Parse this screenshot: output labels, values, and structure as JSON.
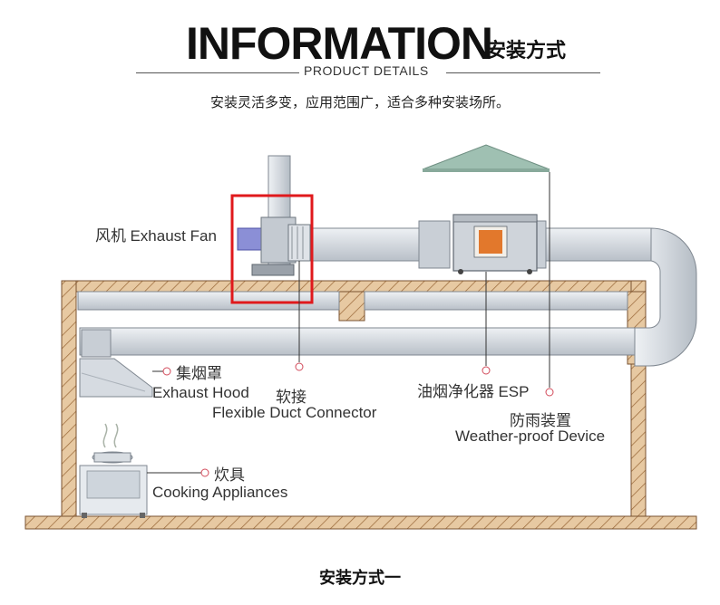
{
  "header": {
    "title": "INFORMATION",
    "title_cn": "安装方式",
    "subtitle": "PRODUCT DETAILS"
  },
  "description": "安装灵活多变，应用范围广，适合多种安装场所。",
  "labels": {
    "fan_cn": "风机",
    "fan_en": "Exhaust Fan",
    "hood_cn": "集烟罩",
    "hood_en": "Exhaust Hood",
    "connector_cn": "软接",
    "connector_en": "Flexible Duct Connector",
    "esp_cn": "油烟净化器",
    "esp_en": "ESP",
    "weather_cn": "防雨装置",
    "weather_en": "Weather-proof Device",
    "cooking_cn": "炊具",
    "cooking_en": "Cooking Appliances"
  },
  "caption": "安装方式一",
  "colors": {
    "duct": "#d9dde2",
    "duct_edge": "#7f8790",
    "wall": "#c8a47a",
    "highlight": "#e0191c",
    "esp_window": "#e2782c",
    "leader": "#d24a5a"
  }
}
